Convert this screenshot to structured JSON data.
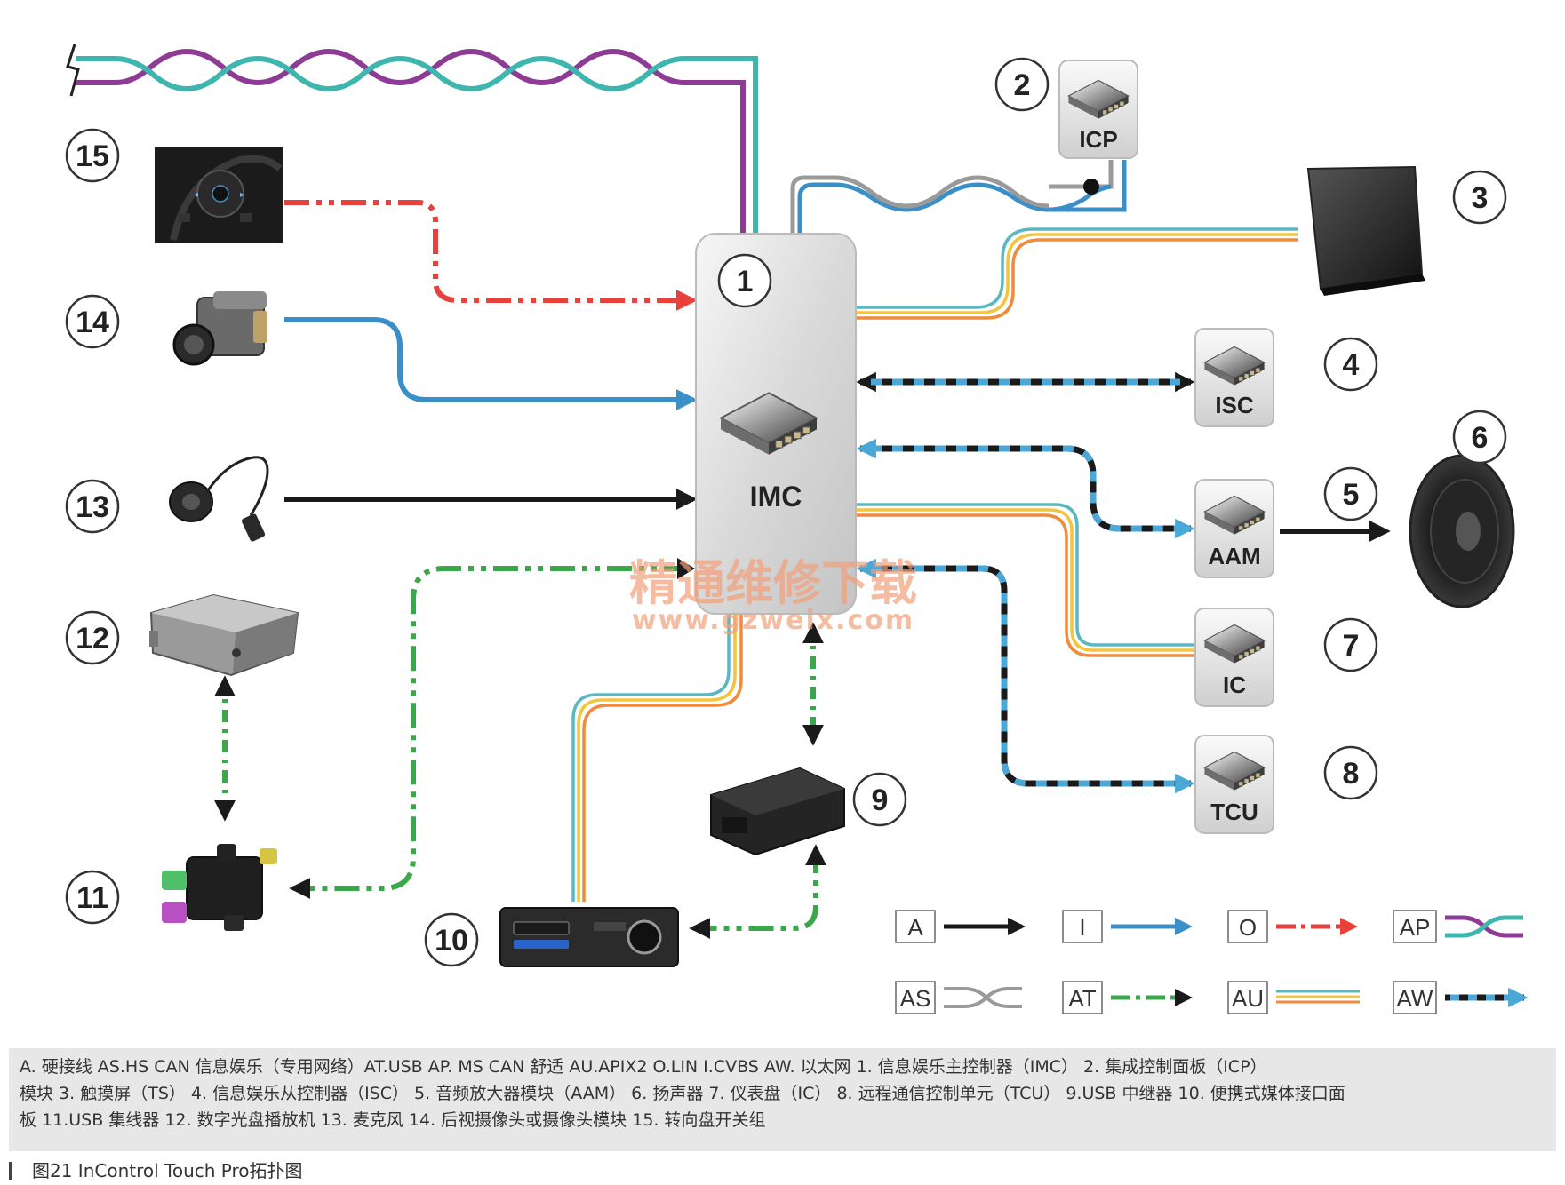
{
  "modules": {
    "imc": "IMC",
    "icp": "ICP",
    "isc": "ISC",
    "aam": "AAM",
    "ic": "IC",
    "tcu": "TCU"
  },
  "numbers": {
    "n1": "1",
    "n2": "2",
    "n3": "3",
    "n4": "4",
    "n5": "5",
    "n6": "6",
    "n7": "7",
    "n8": "8",
    "n9": "9",
    "n10": "10",
    "n11": "11",
    "n12": "12",
    "n13": "13",
    "n14": "14",
    "n15": "15"
  },
  "legend": {
    "a": "A",
    "i": "I",
    "o": "O",
    "ap": "AP",
    "as": "AS",
    "at": "AT",
    "au": "AU",
    "aw": "AW"
  },
  "watermark": {
    "line1": "精通维修下载",
    "line2": "www.gzweix.com"
  },
  "caption": {
    "line1": "A. 硬接线 AS.HS CAN 信息娱乐（专用网络）AT.USB  AP. MS CAN 舒适  AU.APIX2  O.LIN  I.CVBS  AW. 以太网  1. 信息娱乐主控制器（IMC）  2. 集成控制面板（ICP）",
    "line2": "模块  3. 触摸屏（TS）  4. 信息娱乐从控制器（ISC）  5. 音频放大器模块（AAM）  6. 扬声器  7. 仪表盘（IC）  8. 远程通信控制单元（TCU）  9.USB 中继器  10. 便携式媒体接口面",
    "line3": "板  11.USB 集线器  12. 数字光盘播放机  13. 麦克风  14. 后视摄像头或摄像头模块  15. 转向盘开关组"
  },
  "figure_title": "图21   InControl Touch Pro拓扑图",
  "colors": {
    "hardwire": "#1a1a1a",
    "cvbs": "#3b8fc9",
    "lin": "#e8403a",
    "usb": "#3aa84a",
    "ms_can_purple": "#8e3b95",
    "ms_can_teal": "#3fb5b0",
    "ethernet_blue": "#4aa8d8",
    "apix_orange": "#f08a3c",
    "apix_yellow": "#f2c53d",
    "apix_teal": "#5cb8c0"
  }
}
